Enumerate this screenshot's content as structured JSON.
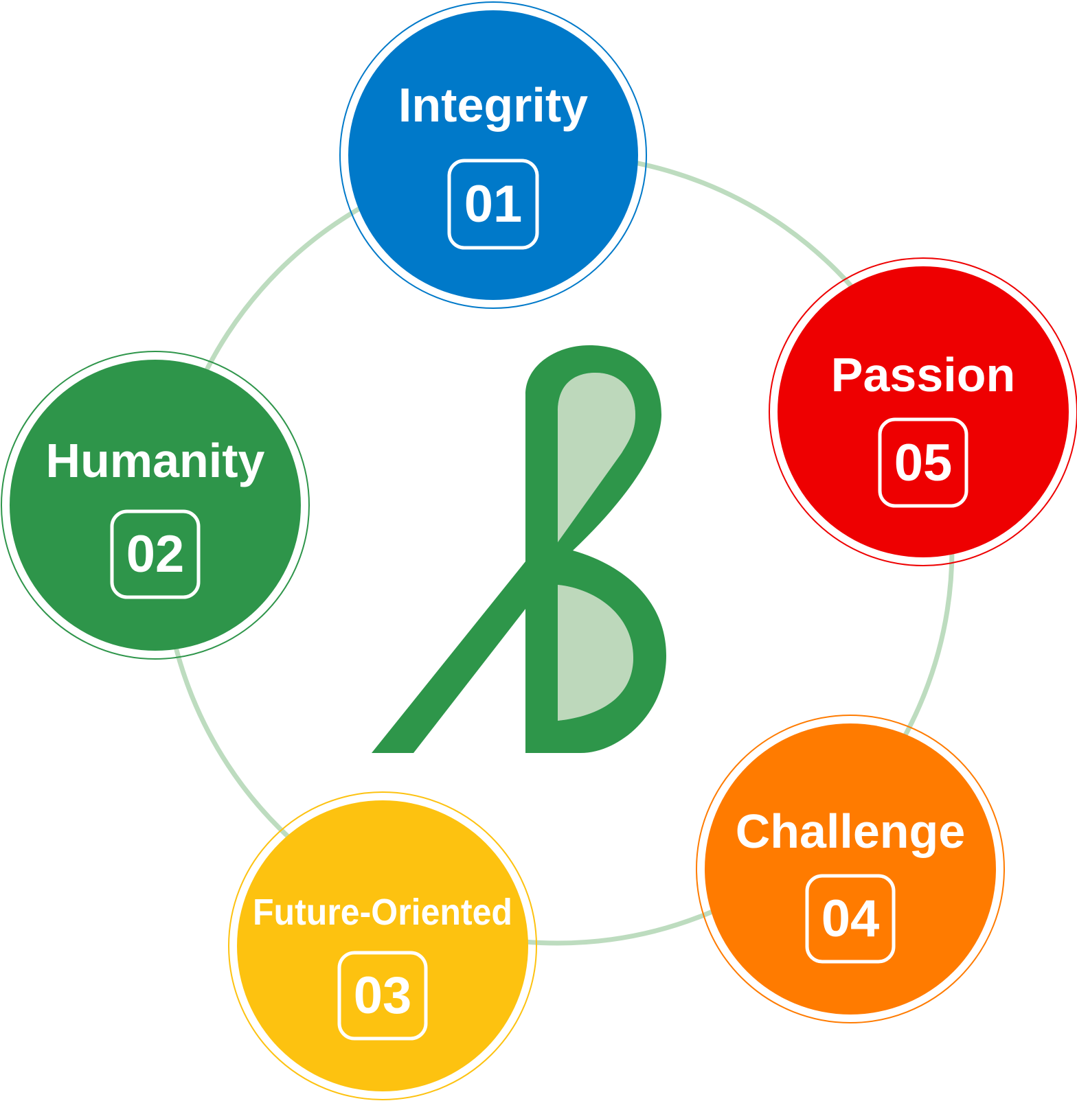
{
  "colors": {
    "ring": "#bddcbf",
    "logo_dark": "#2e964a",
    "logo_light": "#bdd8bb",
    "text": "#ffffff"
  },
  "nodes": [
    {
      "id": "integrity",
      "label": "Integrity",
      "number": "01",
      "color": "#0079c9"
    },
    {
      "id": "humanity",
      "label": "Humanity",
      "number": "02",
      "color": "#2e954a"
    },
    {
      "id": "future-oriented",
      "label": "Future-Oriented",
      "number": "03",
      "color": "#fdc210"
    },
    {
      "id": "challenge",
      "label": "Challenge",
      "number": "04",
      "color": "#ff7b00"
    },
    {
      "id": "passion",
      "label": "Passion",
      "number": "05",
      "color": "#ee0001"
    }
  ]
}
